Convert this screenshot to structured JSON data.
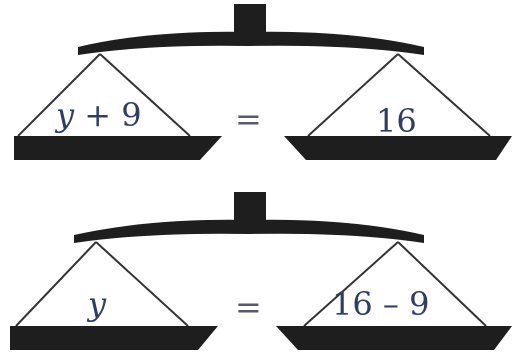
{
  "balances": [
    {
      "left": {
        "var": "y",
        "rest": " + 9"
      },
      "equals": "=",
      "right": "16"
    },
    {
      "left": {
        "var": "y",
        "rest": ""
      },
      "equals": "=",
      "right": "16 – 9"
    }
  ],
  "colors": {
    "scale": "#1e1e1e",
    "text": "#2d3e66"
  }
}
